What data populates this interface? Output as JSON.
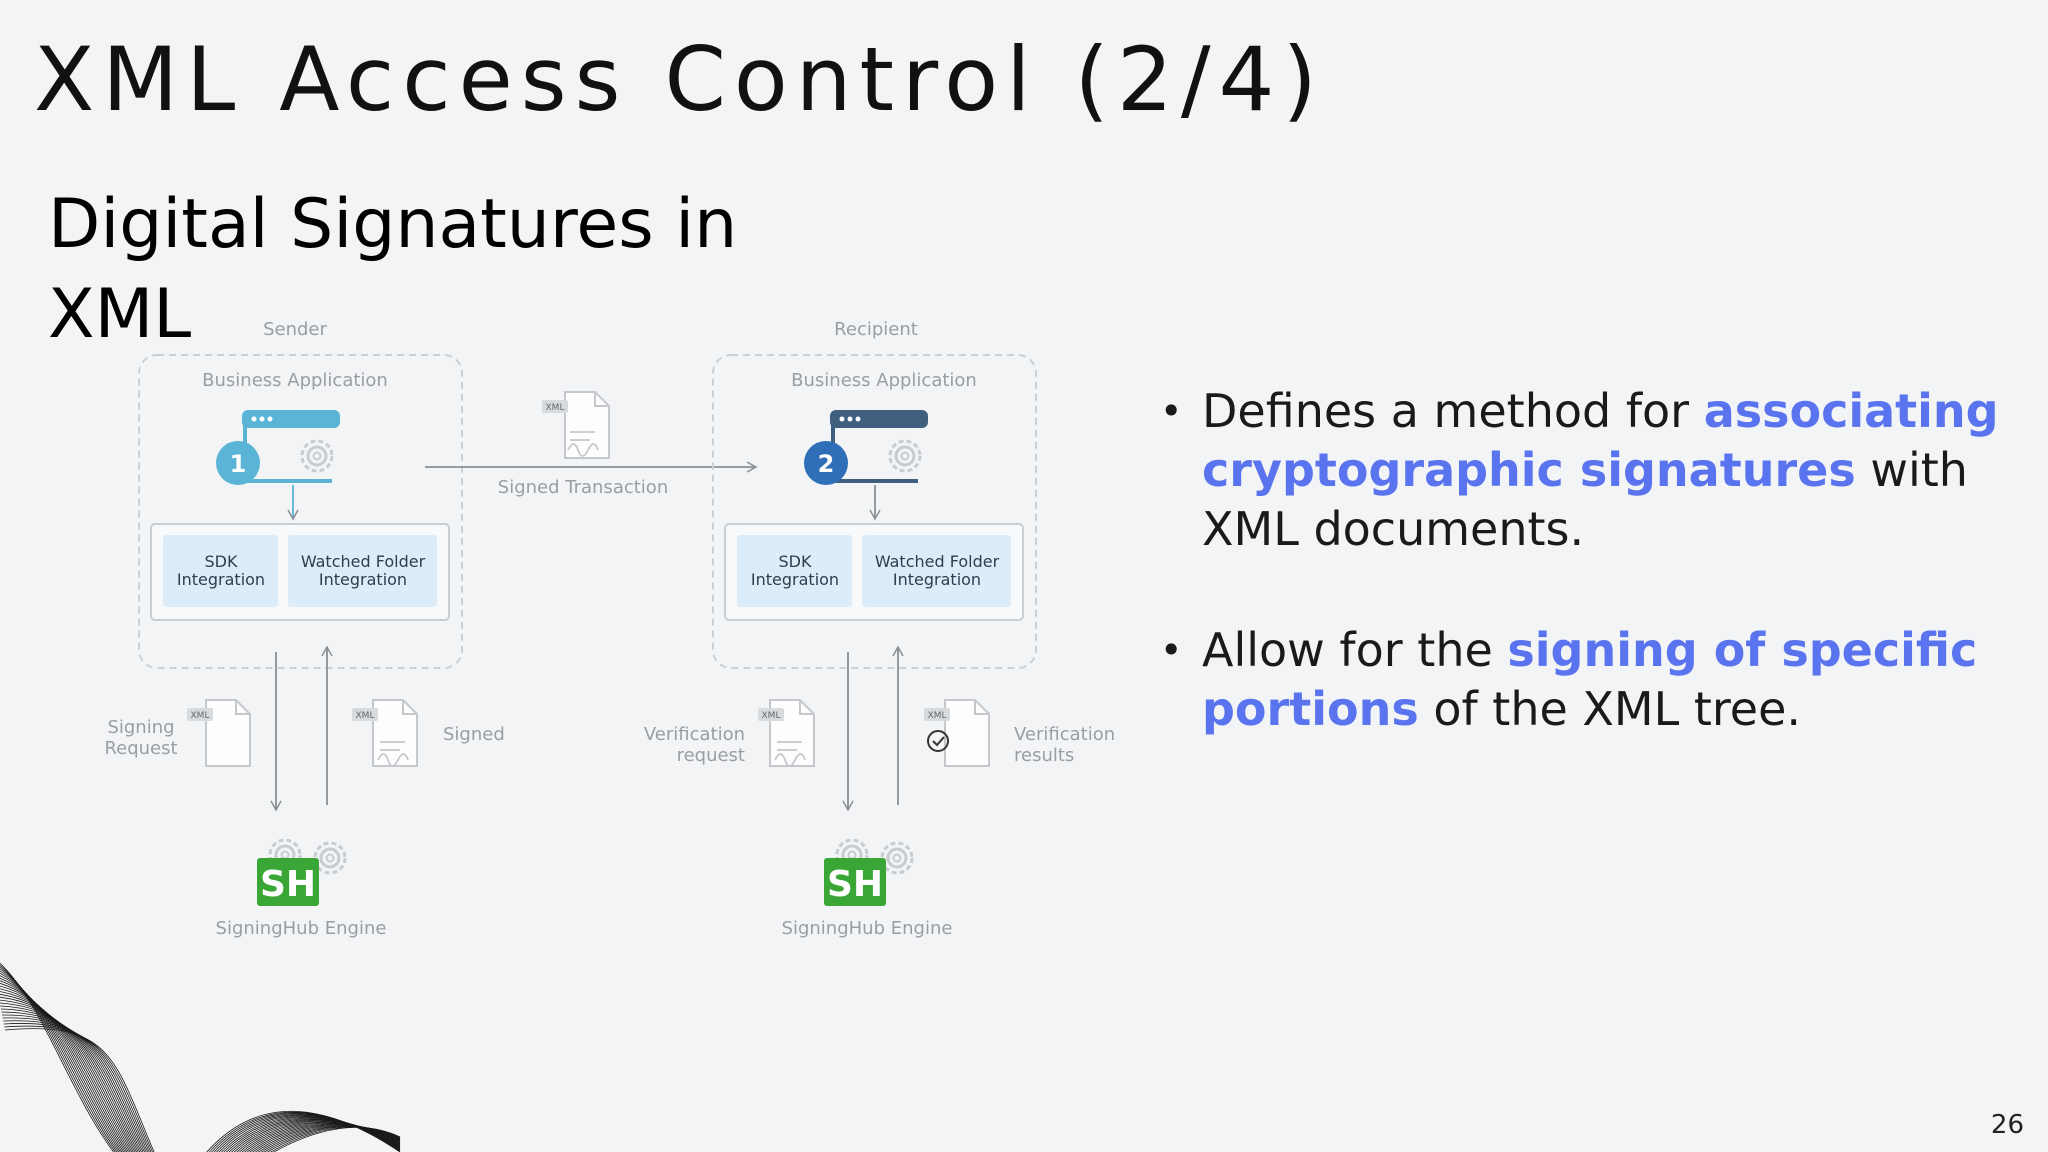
{
  "page": {
    "title": "XML Access Control (2/4)",
    "subtitle": "Digital Signatures in XML",
    "page_number": "26"
  },
  "bullets": [
    {
      "parts": [
        {
          "text": "Defines a method for ",
          "highlight": false
        },
        {
          "text": "associating cryptographic signatures",
          "highlight": true
        },
        {
          "text": " with XML documents.",
          "highlight": false
        }
      ]
    },
    {
      "parts": [
        {
          "text": "Allow for the ",
          "highlight": false
        },
        {
          "text": "signing of specific portions",
          "highlight": true
        },
        {
          "text": " of the XML tree.",
          "highlight": false
        }
      ]
    }
  ],
  "diagram": {
    "sender": {
      "role": "Sender",
      "app": "Business Application",
      "step": "1",
      "sdk": [
        "SDK",
        "Integration"
      ],
      "watched": [
        "Watched Folder",
        "Integration"
      ],
      "engine": "SigningHub Engine",
      "engine_logo": "SH"
    },
    "recipient": {
      "role": "Recipient",
      "app": "Business Application",
      "step": "2",
      "sdk": [
        "SDK",
        "Integration"
      ],
      "watched": [
        "Watched Folder",
        "Integration"
      ],
      "engine": "SigningHub Engine",
      "engine_logo": "SH"
    },
    "transfer": "Signed Transaction",
    "signing_request": [
      "Signing",
      "Request"
    ],
    "signed": "Signed",
    "verification_request": [
      "Verification",
      "request"
    ],
    "verification_results": [
      "Verification",
      "results"
    ],
    "doc_tag": "XML"
  },
  "colors": {
    "highlight": "#5a73ee",
    "step1": "#5ab4d6",
    "step2": "#2f6fb7",
    "engine": "#3aa635"
  }
}
